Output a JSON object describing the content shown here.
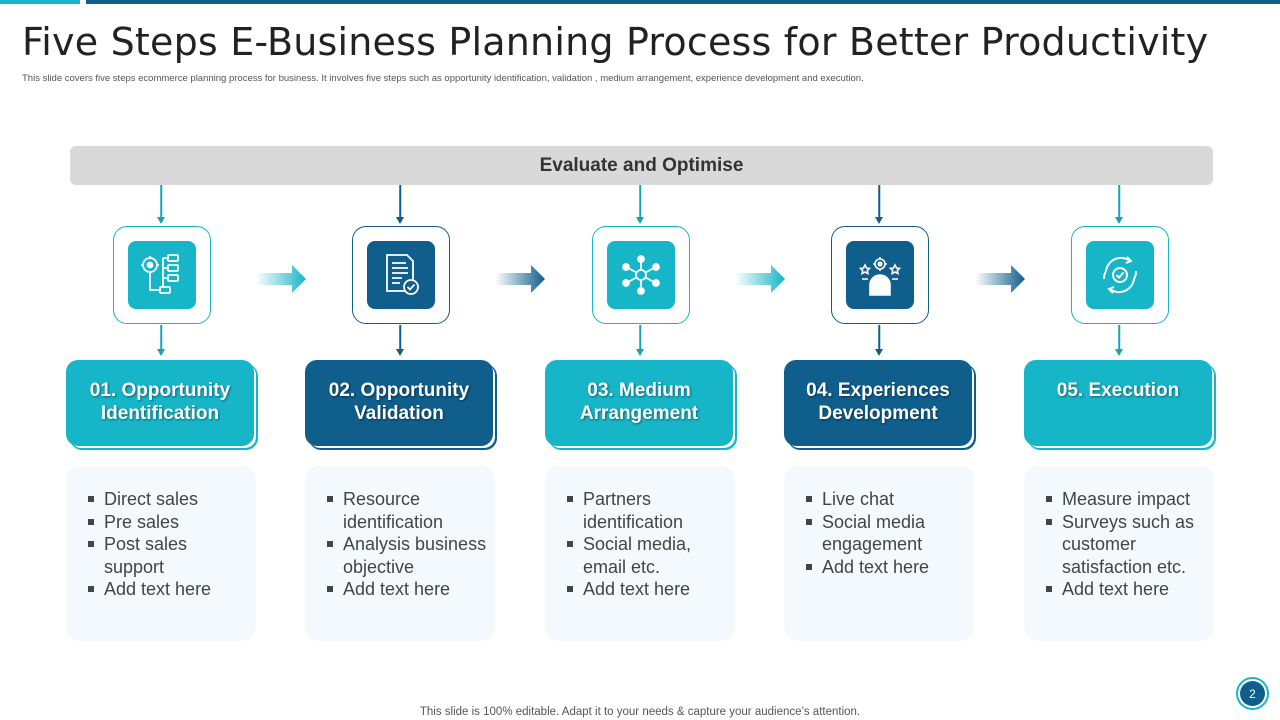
{
  "slide": {
    "title": "Five Steps E-Business Planning Process for Better Productivity",
    "subtitle": "This slide covers five steps ecommerce planning process for business. It involves five steps such as opportunity identification, validation , medium  arrangement, experience development and execution.",
    "banner": "Evaluate and Optimise",
    "footer": "This slide is 100% editable. Adapt it to your needs & capture your audience’s attention.",
    "page_number": "2"
  },
  "colors": {
    "teal": "#16b5c8",
    "navy": "#0f5e8c",
    "banner": "#d9d9d9",
    "panel": "#f3f9fd"
  },
  "steps": [
    {
      "icon": "org-chart-gear-icon",
      "title_line1": "01. Opportunity",
      "title_line2": "Identification",
      "bullets": [
        "Direct sales",
        "Pre sales",
        "Post sales support",
        "Add text here"
      ]
    },
    {
      "icon": "document-check-icon",
      "title_line1": "02. Opportunity",
      "title_line2": "Validation",
      "bullets": [
        "Resource identification",
        "Analysis business objective",
        "Add text here"
      ]
    },
    {
      "icon": "network-hub-icon",
      "title_line1": "03. Medium",
      "title_line2": "Arrangement",
      "bullets": [
        "Partners identification",
        "Social media, email etc.",
        "Add text here"
      ]
    },
    {
      "icon": "person-ideas-icon",
      "title_line1": "04. Experiences",
      "title_line2": "Development",
      "bullets": [
        "Live chat",
        "Social media engagement",
        "Add text here"
      ]
    },
    {
      "icon": "cycle-check-icon",
      "title_line1": "05. Execution",
      "title_line2": "",
      "bullets": [
        "Measure impact",
        "Surveys such  as customer satisfaction etc.",
        "Add text here"
      ]
    }
  ]
}
